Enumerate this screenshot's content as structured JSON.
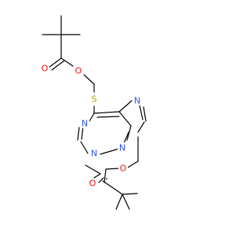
{
  "molecule": {
    "atoms": {
      "o_carbonyl_top": {
        "symbol": "O",
        "color": "#ff0d0d"
      },
      "o_ester_top": {
        "symbol": "O",
        "color": "#ff0d0d"
      },
      "s": {
        "symbol": "S",
        "color": "#b2a200"
      },
      "n_ring_top_right": {
        "symbol": "N",
        "color": "#3050f8"
      },
      "n_ring_left": {
        "symbol": "N",
        "color": "#3050f8"
      },
      "n_ring_bottom": {
        "symbol": "N",
        "color": "#3050f8"
      },
      "n_ring_nine": {
        "symbol": "N",
        "color": "#3050f8"
      },
      "o_ester_bottom": {
        "symbol": "O",
        "color": "#ff0d0d"
      },
      "o_carbonyl_bottom": {
        "symbol": "O",
        "color": "#ff0d0d"
      }
    },
    "bond_color": "#000000"
  }
}
